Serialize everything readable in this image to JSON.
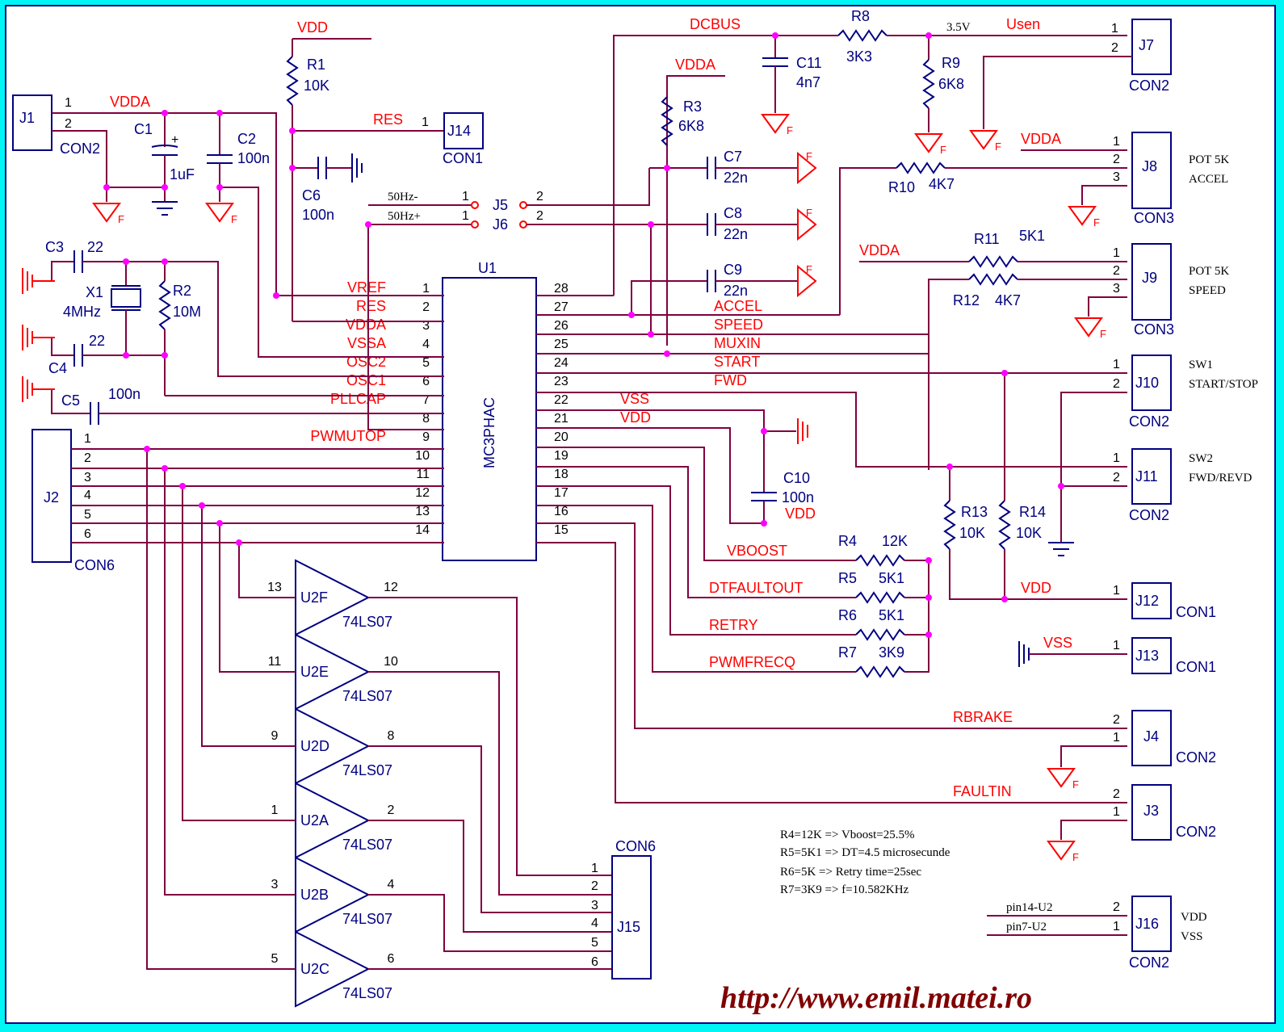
{
  "schematic": {
    "ic": {
      "ref": "U1",
      "part": "MC3PHAC"
    },
    "left_pins": [
      {
        "num": "1",
        "net": "VREF"
      },
      {
        "num": "2",
        "net": "RES"
      },
      {
        "num": "3",
        "net": "VDDA"
      },
      {
        "num": "4",
        "net": "VSSA"
      },
      {
        "num": "5",
        "net": "OSC2"
      },
      {
        "num": "6",
        "net": "OSC1"
      },
      {
        "num": "7",
        "net": "PLLCAP"
      },
      {
        "num": "8",
        "net": ""
      },
      {
        "num": "9",
        "net": "PWMUTOP"
      },
      {
        "num": "10",
        "net": ""
      },
      {
        "num": "11",
        "net": ""
      },
      {
        "num": "12",
        "net": ""
      },
      {
        "num": "13",
        "net": ""
      },
      {
        "num": "14",
        "net": ""
      }
    ],
    "right_pins": [
      {
        "num": "28",
        "net": ""
      },
      {
        "num": "27",
        "net": "ACCEL"
      },
      {
        "num": "26",
        "net": "SPEED"
      },
      {
        "num": "25",
        "net": "MUXIN"
      },
      {
        "num": "24",
        "net": "START"
      },
      {
        "num": "23",
        "net": "FWD"
      },
      {
        "num": "22",
        "net": "VSS"
      },
      {
        "num": "21",
        "net": "VDD"
      },
      {
        "num": "20",
        "net": ""
      },
      {
        "num": "19",
        "net": ""
      },
      {
        "num": "18",
        "net": ""
      },
      {
        "num": "17",
        "net": ""
      },
      {
        "num": "16",
        "net": ""
      },
      {
        "num": "15",
        "net": ""
      }
    ],
    "components": {
      "R1": {
        "ref": "R1",
        "value": "10K"
      },
      "R2": {
        "ref": "R2",
        "value": "10M"
      },
      "R3": {
        "ref": "R3",
        "value": "6K8"
      },
      "R4": {
        "ref": "R4",
        "value": "12K"
      },
      "R5": {
        "ref": "R5",
        "value": "5K1"
      },
      "R6": {
        "ref": "R6",
        "value": "5K1"
      },
      "R7": {
        "ref": "R7",
        "value": "3K9"
      },
      "R8": {
        "ref": "R8",
        "value": "3K3"
      },
      "R9": {
        "ref": "R9",
        "value": "6K8"
      },
      "R10": {
        "ref": "R10",
        "value": "4K7"
      },
      "R11": {
        "ref": "R11",
        "value": "5K1"
      },
      "R12": {
        "ref": "R12",
        "value": "4K7"
      },
      "R13": {
        "ref": "R13",
        "value": "10K"
      },
      "R14": {
        "ref": "R14",
        "value": "10K"
      },
      "C1": {
        "ref": "C1",
        "value": "1uF"
      },
      "C2": {
        "ref": "C2",
        "value": "100n"
      },
      "C3": {
        "ref": "C3",
        "value": "22"
      },
      "C4": {
        "ref": "C4",
        "value": "22"
      },
      "C5": {
        "ref": "C5",
        "value": "100n"
      },
      "C6": {
        "ref": "C6",
        "value": "100n"
      },
      "C7": {
        "ref": "C7",
        "value": "22n"
      },
      "C8": {
        "ref": "C8",
        "value": "22n"
      },
      "C9": {
        "ref": "C9",
        "value": "22n"
      },
      "C10": {
        "ref": "C10",
        "value": "100n"
      },
      "C11": {
        "ref": "C11",
        "value": "4n7"
      },
      "X1": {
        "ref": "X1",
        "value": "4MHz"
      }
    },
    "nets_top": {
      "vdd": "VDD",
      "vdda": "VDDA",
      "res": "RES",
      "dcbus": "DCBUS",
      "usen": "Usen",
      "v35": "3.5V",
      "vdda_j8": "VDDA",
      "vdda_j9": "VDDA",
      "vdda_r3": "VDDA",
      "vdda_j1": "VDDA",
      "vdd_c10": "VDD",
      "vdd_j12": "VDD",
      "vss_j13": "VSS",
      "vboost": "VBOOST",
      "dtfault": "DTFAULTOUT",
      "retry": "RETRY",
      "pwmfrecq": "PWMFRECQ",
      "rbrake": "RBRAKE",
      "faultin": "FAULTIN",
      "hz_minus": "50Hz-",
      "hz_plus": "50Hz+"
    },
    "connectors": {
      "J1": {
        "ref": "J1",
        "type": "CON2"
      },
      "J2": {
        "ref": "J2",
        "type": "CON6"
      },
      "J3": {
        "ref": "J3",
        "type": "CON2"
      },
      "J4": {
        "ref": "J4",
        "type": "CON2"
      },
      "J5": {
        "ref": "J5"
      },
      "J6": {
        "ref": "J6"
      },
      "J7": {
        "ref": "J7",
        "type": "CON2"
      },
      "J8": {
        "ref": "J8",
        "type": "CON3",
        "note1": "POT 5K",
        "note2": "ACCEL"
      },
      "J9": {
        "ref": "J9",
        "type": "CON3",
        "note1": "POT 5K",
        "note2": "SPEED"
      },
      "J10": {
        "ref": "J10",
        "type": "CON2",
        "note1": "SW1",
        "note2": "START/STOP"
      },
      "J11": {
        "ref": "J11",
        "type": "CON2",
        "note1": "SW2",
        "note2": "FWD/REVD"
      },
      "J12": {
        "ref": "J12",
        "type": "CON1"
      },
      "J13": {
        "ref": "J13",
        "type": "CON1"
      },
      "J14": {
        "ref": "J14",
        "type": "CON1"
      },
      "J15": {
        "ref": "J15",
        "type": "CON6"
      },
      "J16": {
        "ref": "J16",
        "type": "CON2",
        "note1": "VDD",
        "note2": "VSS",
        "lab2": "pin14-U2",
        "lab1": "pin7-U2"
      }
    },
    "buffers": [
      {
        "ref": "U2F",
        "part": "74LS07",
        "in": "13",
        "out": "12"
      },
      {
        "ref": "U2E",
        "part": "74LS07",
        "in": "11",
        "out": "10"
      },
      {
        "ref": "U2D",
        "part": "74LS07",
        "in": "9",
        "out": "8"
      },
      {
        "ref": "U2A",
        "part": "74LS07",
        "in": "1",
        "out": "2"
      },
      {
        "ref": "U2B",
        "part": "74LS07",
        "in": "3",
        "out": "4"
      },
      {
        "ref": "U2C",
        "part": "74LS07",
        "in": "5",
        "out": "6"
      }
    ],
    "notes": [
      "R4=12K => Vboost=25.5%",
      "R5=5K1 => DT=4.5 microsecunde",
      "R6=5K => Retry time=25sec",
      "R7=3K9 => f=10.582KHz"
    ],
    "url": "http://www.emil.matei.ro",
    "ground_flag": "F",
    "colors": {
      "background": "#00f5f5",
      "wire": "#800040",
      "component": "#000080",
      "net_label": "#ff0000",
      "junction": "#ff00ff"
    }
  }
}
